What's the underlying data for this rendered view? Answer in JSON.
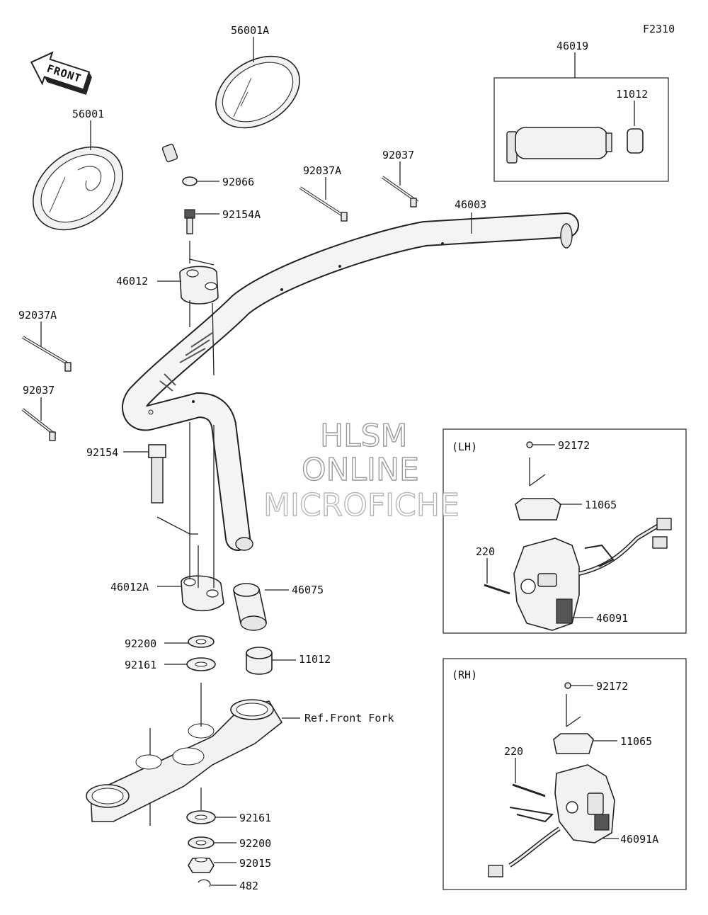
{
  "figure_code": "F2310",
  "front_label": "FRONT",
  "watermark": [
    "HLSM",
    "ONLINE",
    "MICROFICHE"
  ],
  "inset_lh": {
    "title": "(LH)"
  },
  "inset_rh": {
    "title": "(RH)"
  },
  "part_numbers": {
    "p56001A": "56001A",
    "p56001": "56001",
    "p92066": "92066",
    "p92154A": "92154A",
    "p46012": "46012",
    "p92037A_top": "92037A",
    "p92037_top": "92037",
    "p46003": "46003",
    "p46019": "46019",
    "p11012_top": "11012",
    "p92037A_left": "92037A",
    "p92037_left": "92037",
    "p92154": "92154",
    "p46012A": "46012A",
    "p46075": "46075",
    "p92200_a": "92200",
    "p92161_a": "92161",
    "p11012_bot": "11012",
    "ref_front_fork": "Ref.Front Fork",
    "p92161_b": "92161",
    "p92200_b": "92200",
    "p92015": "92015",
    "p482": "482",
    "lh_92172": "92172",
    "lh_11065": "11065",
    "lh_220": "220",
    "lh_46091": "46091",
    "rh_92172": "92172",
    "rh_11065": "11065",
    "rh_220": "220",
    "rh_46091A": "46091A"
  }
}
